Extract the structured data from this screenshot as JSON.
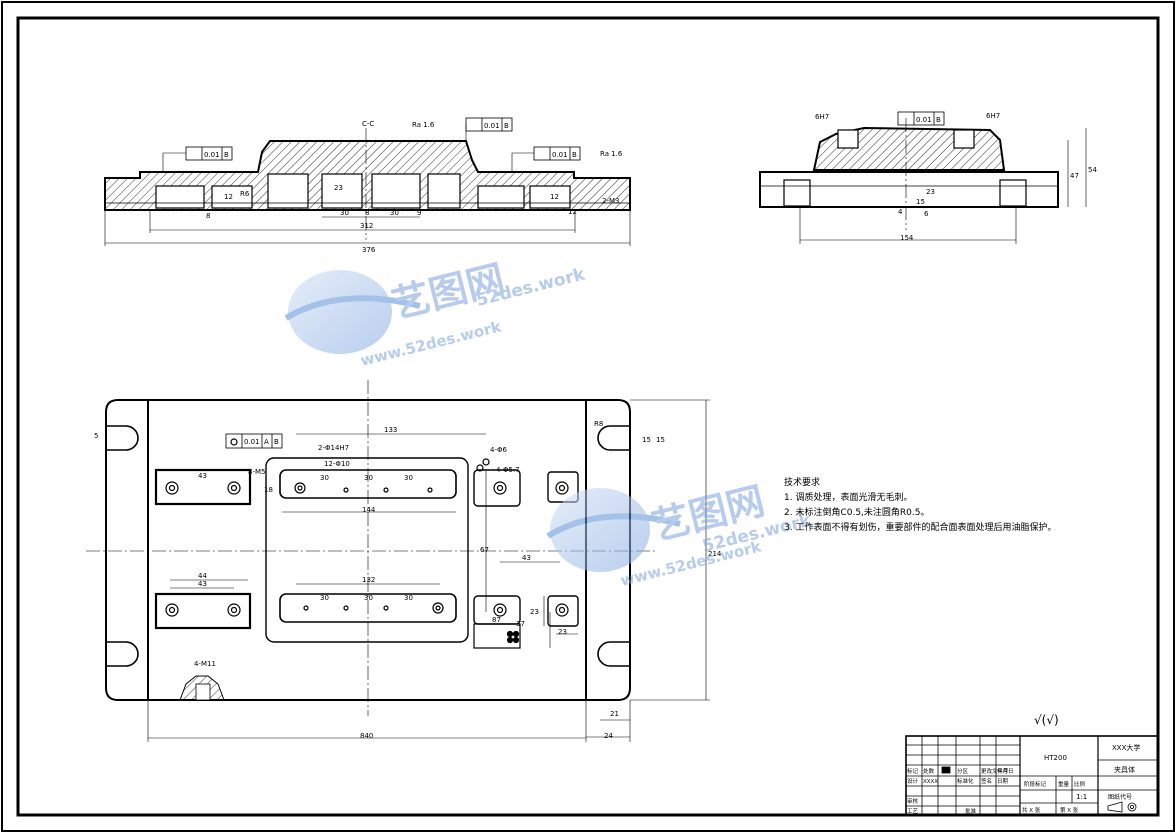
{
  "watermark": {
    "brand": "艺图网",
    "domain": "52des.work",
    "url": "www.52des.work"
  },
  "views": {
    "front": {
      "section_label": "C-C",
      "flatness_1": "0.01",
      "flatness_2": "0.01",
      "flatness_3": "0.01",
      "datum": "B",
      "roughness_1": "Ra 1.6",
      "roughness_2": "Ra 1.6",
      "dims": {
        "overall": "376",
        "inner": "312",
        "d30a": "30",
        "d30b": "30",
        "d8a": "8",
        "d8b": "8",
        "d9": "9",
        "d23": "23",
        "d12a": "12",
        "d12b": "12",
        "d12c": "12",
        "r6": "R6",
        "m13": "2-M3"
      }
    },
    "side": {
      "fit_left": "6H7",
      "fit_right": "6H7",
      "flatness": "0.01",
      "datum": "B",
      "dims": {
        "width": "154",
        "h54": "54",
        "h47": "47",
        "h23": "23",
        "h15": "15",
        "d6": "6",
        "d4": "4"
      }
    },
    "top": {
      "position": "0.01",
      "datum_a": "A",
      "datum_b": "B",
      "labels": {
        "holes_14h7": "2-Φ14H7",
        "holes_10": "12-Φ10",
        "holes_m": "8-M5",
        "holes_6": "4-Φ6",
        "holes_57": "4-Φ5.7",
        "holes_n": "4-M11",
        "radius": "R8"
      },
      "dims": {
        "w840": "840",
        "h214": "214",
        "d24": "24",
        "d21": "21",
        "d133": "133",
        "d144": "144",
        "d132": "132",
        "d30_1": "30",
        "d30_2": "30",
        "d30_3": "30",
        "d30_4": "30",
        "d30_5": "30",
        "d30_6": "30",
        "d44": "44",
        "d43a": "43",
        "d43b": "43",
        "d43c": "43",
        "d23a": "23",
        "d23b": "23",
        "d67": "67",
        "d87": "87",
        "d37": "37",
        "d15a": "15",
        "d15b": "15",
        "d18": "18",
        "d5": "5"
      }
    }
  },
  "technical_requirements": {
    "title": "技术要求",
    "items": [
      "1. 调质处理，表面光滑无毛刺。",
      "2. 未标注倒角C0.5,未注圆角R0.5。",
      "3. 工作表面不得有划伤，重要部件的配合面表面处理后用油脂保护。"
    ]
  },
  "surface_finish": "√(√)",
  "title_block": {
    "material": "HT200",
    "school": "XXX大学",
    "part_name": "夹具体",
    "scale_label": "比例",
    "scale_value": "1:1",
    "weight_label": "重量",
    "stage_label": "阶段标记",
    "drawing_no_label": "图纸代号",
    "sheet_label": "共 X 张",
    "sheet_no_label": "第 X 张",
    "designer_label": "设计",
    "designer_name": "XXXX",
    "review_label": "审核",
    "process_label": "工艺",
    "approve_label": "批准",
    "std_label": "标准化",
    "date_label": "日期",
    "sign_label": "签名",
    "mark_label": "标记",
    "count_label": "处数",
    "zone_label": "分区",
    "doc_label": "更改文件号",
    "year_label": "年月日"
  }
}
